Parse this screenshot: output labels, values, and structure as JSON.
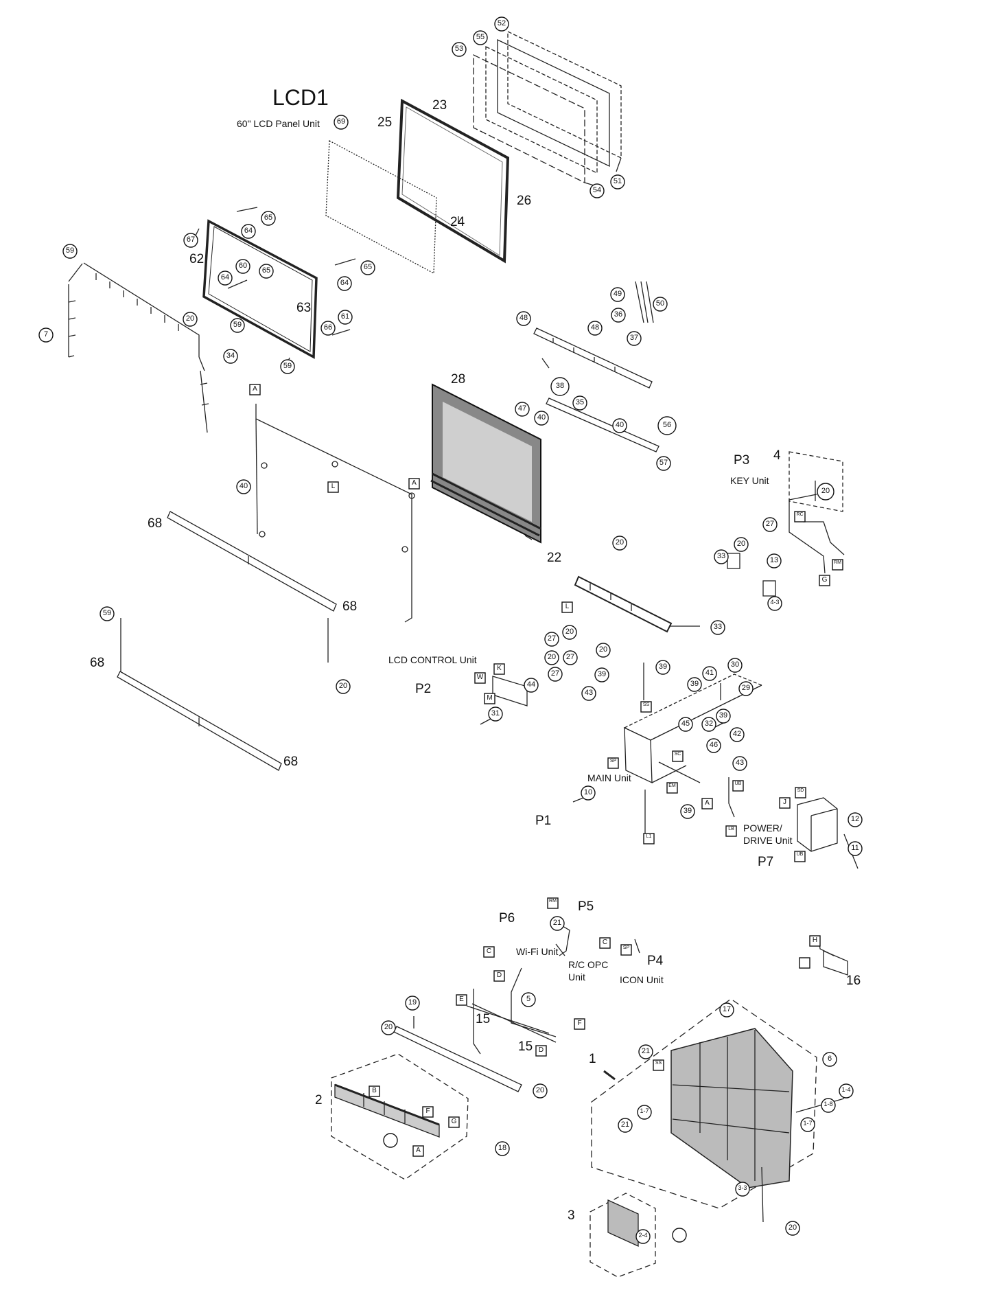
{
  "title": "LCD1",
  "panel_label": "60\" LCD Panel Unit",
  "units": {
    "lcd_control": "LCD CONTROL Unit",
    "main": "MAIN Unit",
    "key": "KEY Unit",
    "power_drive_1": "POWER/",
    "power_drive_2": "DRIVE Unit",
    "wifi": "Wi-Fi Unit",
    "rc_opc_1": "R/C OPC",
    "rc_opc_2": "Unit",
    "icon": "ICON Unit"
  },
  "groups": {
    "p1": "P1",
    "p2": "P2",
    "p3": "P3",
    "p4": "P4",
    "p5": "P5",
    "p6": "P6",
    "p7": "P7"
  },
  "plain_numbers": {
    "n1": "1",
    "n2": "2",
    "n3": "3",
    "n4": "4",
    "n15a": "15",
    "n15b": "15",
    "n16": "16",
    "n22": "22",
    "n23": "23",
    "n24": "24",
    "n25": "25",
    "n26": "26",
    "n28": "28",
    "n62": "62",
    "n63": "63",
    "n68a": "68",
    "n68b": "68",
    "n68c": "68"
  },
  "callouts": [
    "52",
    "55",
    "53",
    "69",
    "51",
    "54",
    "65",
    "64",
    "67",
    "60",
    "65",
    "64",
    "65",
    "64",
    "61",
    "66",
    "59",
    "59",
    "59",
    "7",
    "34",
    "20",
    "48",
    "48",
    "49",
    "50",
    "36",
    "37",
    "38",
    "35",
    "40",
    "56",
    "57",
    "47",
    "40",
    "40",
    "59",
    "20",
    "20",
    "33",
    "20",
    "33",
    "13",
    "4-3",
    "27",
    "20",
    "27",
    "20",
    "20",
    "27",
    "20",
    "27",
    "39",
    "43",
    "44",
    "31",
    "39",
    "41",
    "30",
    "39",
    "29",
    "32",
    "42",
    "39",
    "45",
    "46",
    "43",
    "39",
    "10",
    "12",
    "11",
    "21",
    "5",
    "19",
    "20",
    "20",
    "18",
    "17",
    "21",
    "6",
    "1-4",
    "1-8",
    "1-7",
    "1-7",
    "21",
    "3-3",
    "20",
    "2-4"
  ],
  "connectors": [
    "A",
    "L",
    "A",
    "L",
    "RC",
    "RM",
    "G",
    "M",
    "W",
    "K",
    "SS",
    "SP",
    "SC",
    "EM",
    "A",
    "UB",
    "LB",
    "L1",
    "SD",
    "J",
    "UB",
    "RM",
    "C",
    "SP",
    "C",
    "D",
    "E",
    "F",
    "D",
    "B",
    "F",
    "G",
    "A",
    "SS",
    "H"
  ]
}
